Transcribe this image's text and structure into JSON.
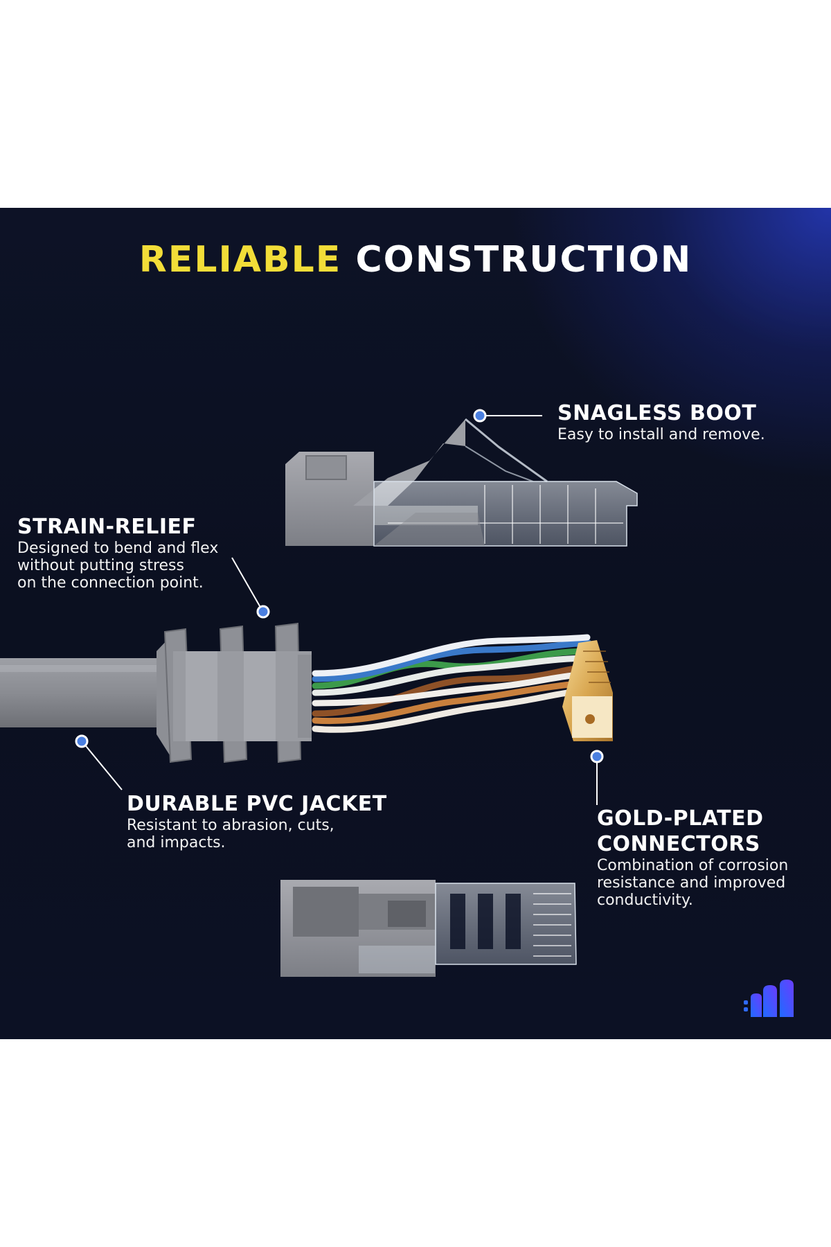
{
  "title": {
    "accent": "RELIABLE",
    "main": "CONSTRUCTION"
  },
  "callouts": {
    "snagless_boot": {
      "heading": "SNAGLESS BOOT",
      "desc": "Easy to install and remove."
    },
    "strain_relief": {
      "heading": "STRAIN-RELIEF",
      "desc": "Designed to bend and flex\nwithout putting stress\non the connection point."
    },
    "pvc_jacket": {
      "heading": "DURABLE PVC JACKET",
      "desc": "Resistant to abrasion, cuts,\nand impacts."
    },
    "gold_plated": {
      "heading": "GOLD-PLATED\nCONNECTORS",
      "desc": "Combination of corrosion\nresistance and improved\nconductivity."
    }
  },
  "colors": {
    "accent_yellow": "#f2dd38",
    "background": "#0c1124",
    "marker_blue": "#4a7fe0",
    "logo_blue": "#2f6bff"
  },
  "icons": [
    "marker-dot-icon",
    "brand-logo-icon"
  ]
}
